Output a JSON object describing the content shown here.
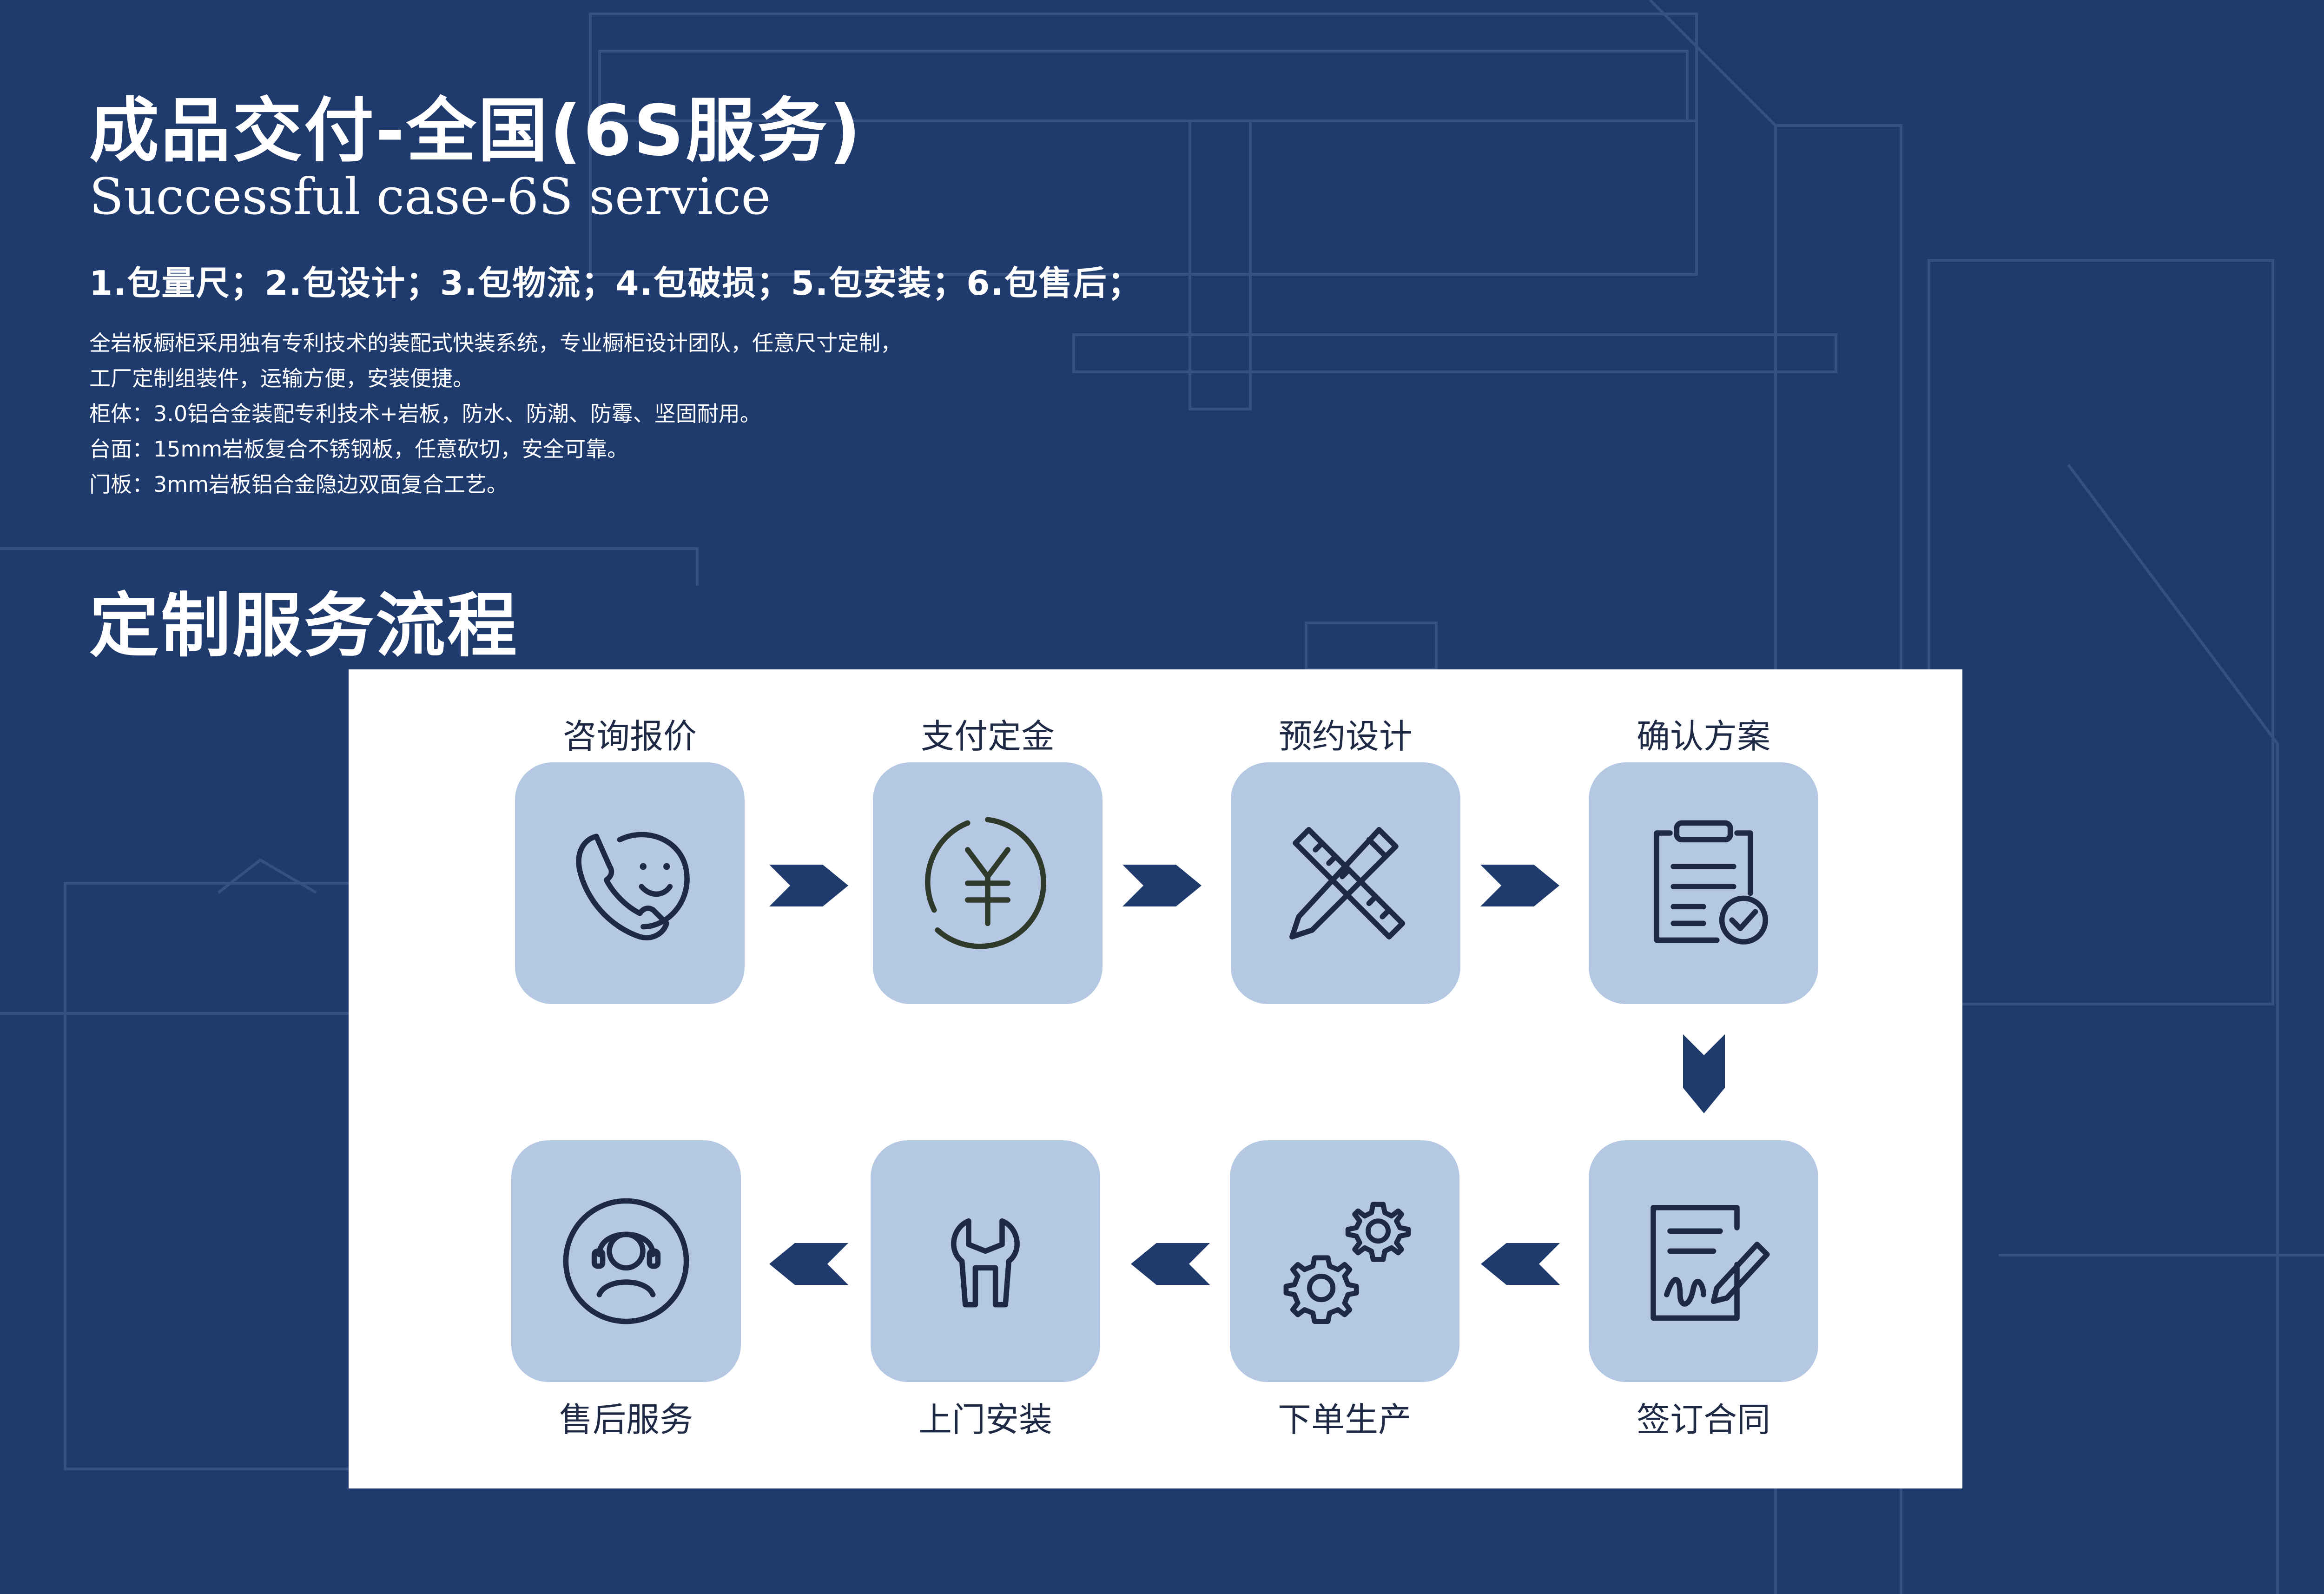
{
  "header": {
    "title": "成品交付-全国(6S服务)",
    "subtitle": "Successful case-6S service",
    "services": "1.包量尺；2.包设计；3.包物流；4.包破损；5.包安装；6.包售后；"
  },
  "description": [
    "全岩板橱柜采用独有专利技术的装配式快装系统，专业橱柜设计团队，任意尺寸定制，",
    "工厂定制组装件，运输方便，安装便捷。",
    "柜体：3.0铝合金装配专利技术+岩板，防水、防潮、防霉、坚固耐用。",
    "台面：15mm岩板复合不锈钢板，任意砍切，安全可靠。",
    "门板：3mm岩板铝合金隐边双面复合工艺。"
  ],
  "flow": {
    "title": "定制服务流程",
    "steps": [
      {
        "label": "咨询报价",
        "icon": "phone-smile-icon"
      },
      {
        "label": "支付定金",
        "icon": "yuan-coin-icon"
      },
      {
        "label": "预约设计",
        "icon": "ruler-pencil-icon"
      },
      {
        "label": "确认方案",
        "icon": "clipboard-check-icon"
      },
      {
        "label": "签订合同",
        "icon": "contract-sign-icon"
      },
      {
        "label": "下单生产",
        "icon": "gears-icon"
      },
      {
        "label": "上门安装",
        "icon": "wrench-icon"
      },
      {
        "label": "售后服务",
        "icon": "headset-agent-icon"
      }
    ]
  },
  "colors": {
    "background": "#1f3a6d",
    "tile": "#b4c8e4",
    "arrow": "#1f3a6d",
    "panel": "#ffffff"
  }
}
